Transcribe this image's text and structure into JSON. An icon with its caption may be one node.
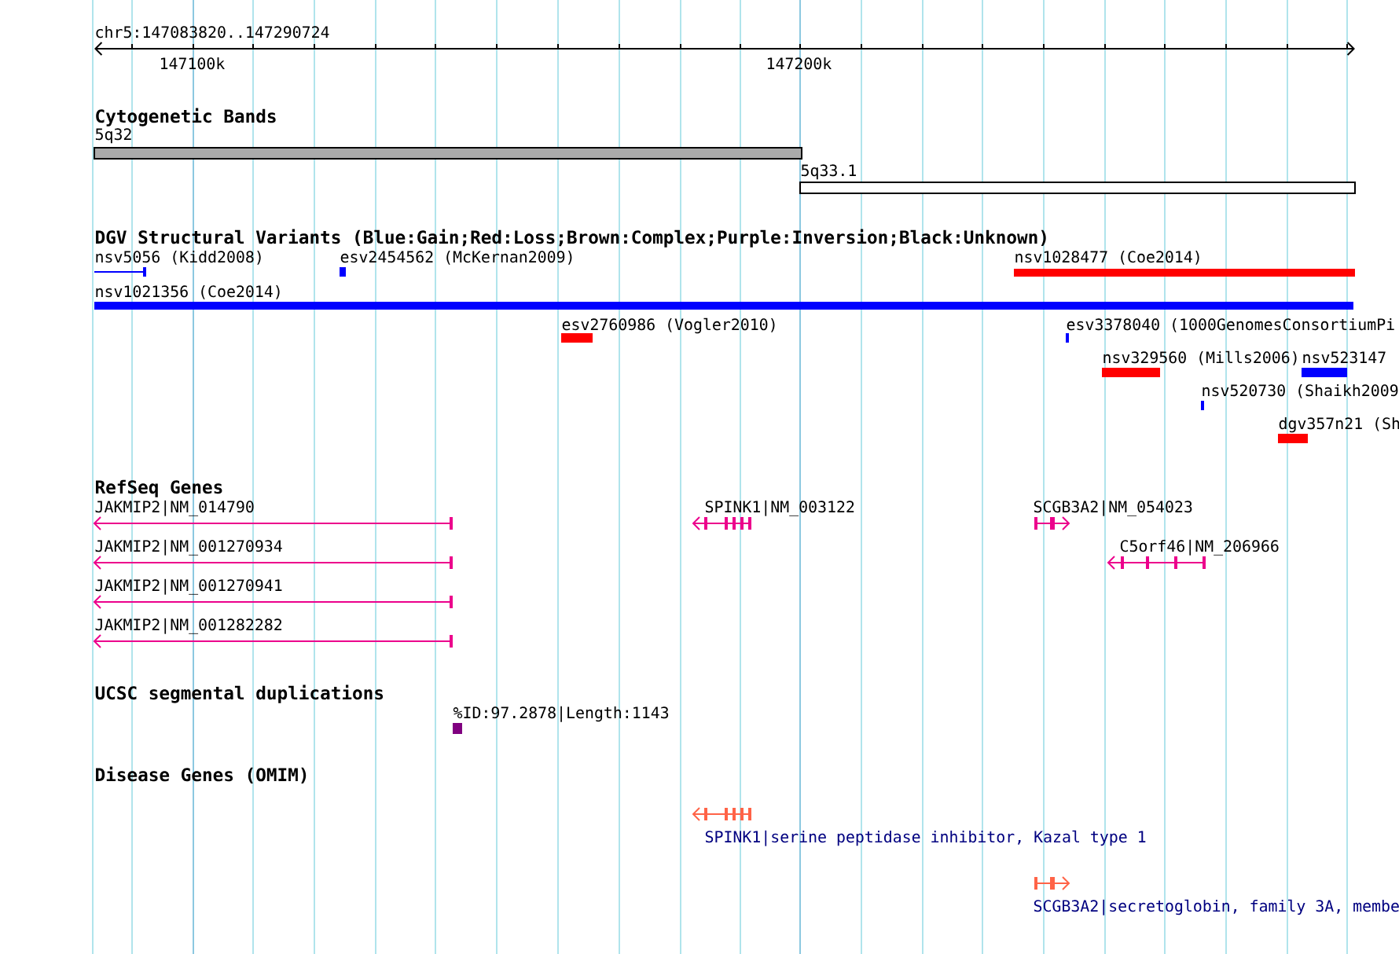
{
  "diagram": {
    "nodes": [
      {
        "text": [
          "5q32"
        ]
      },
      {
        "text": [
          "5q33.1"
        ]
      },
      {
        "text": [
          "nsv5056 (Kidd2008)"
        ]
      },
      {
        "text": [
          "esv2454562 (McKernan2009)"
        ]
      },
      {
        "text": [
          "nsv1028477 (Coe2014)"
        ]
      },
      {
        "text": [
          "nsv1021356 (Coe2014)"
        ]
      },
      {
        "text": [
          "esv2760986 (Vogler2010)"
        ]
      },
      {
        "text": [
          "esv3378040 (1000GenomesConsortiumPi"
        ]
      },
      {
        "text": [
          "nsv329560 (Mills2006)"
        ]
      },
      {
        "text": [
          "nsv523147"
        ]
      },
      {
        "text": [
          "nsv520730 (Shaikh2009"
        ]
      },
      {
        "text": [
          "dgv357n21 (Sh"
        ]
      },
      {
        "text": [
          "JAKMIP2|NM_014790"
        ]
      },
      {
        "text": [
          "JAKMIP2|NM_001270934"
        ]
      },
      {
        "text": [
          "JAKMIP2|NM_001270941"
        ]
      },
      {
        "text": [
          "JAKMIP2|NM_001282282"
        ]
      },
      {
        "text": [
          "SPINK1|NM_003122"
        ]
      },
      {
        "text": [
          "SCGB3A2|NM_054023"
        ]
      },
      {
        "text": [
          "C5orf46|NM_206966"
        ]
      },
      {
        "text": [
          "%ID:97.2878|Length:1143"
        ]
      },
      {
        "text": [
          "SPINK1|serine peptidase inhibitor, Kazal type 1"
        ]
      },
      {
        "text": [
          "SCGB3A2|secretoglobin, family 3A, membe"
        ]
      }
    ],
    "labels": [
      "chr5:147083820..147290724",
      "147100k",
      "147200k",
      "Cytogenetic Bands",
      "DGV Structural Variants (Blue:Gain;Red:Loss;Brown:Complex;Purple:Inversion;Black:Unknown)",
      "RefSeq Genes",
      "UCSC segmental duplications",
      "Disease Genes (OMIM)"
    ]
  }
}
